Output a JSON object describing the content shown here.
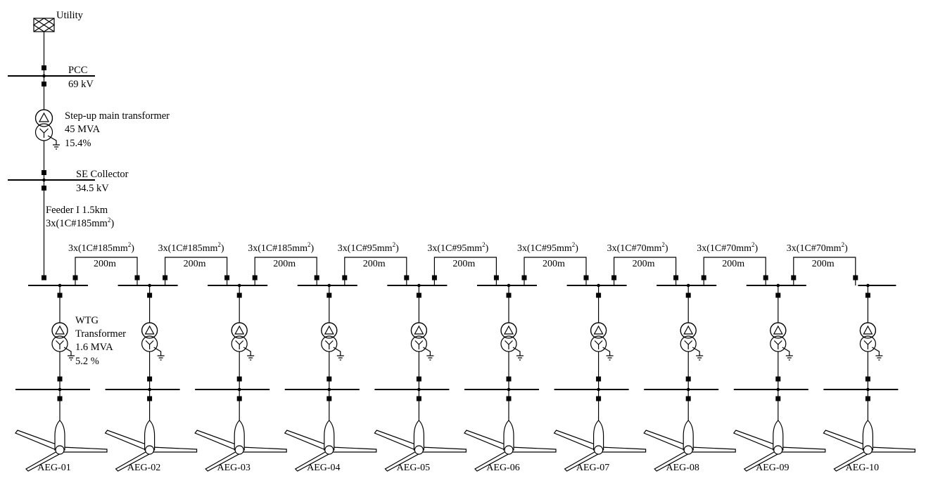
{
  "utility": {
    "label": "Utility"
  },
  "pcc": {
    "name": "PCC",
    "voltage": "69 kV"
  },
  "main_transformer": {
    "name": "Step-up main transformer",
    "rating": "45 MVA",
    "impedance": "15.4%"
  },
  "collector": {
    "name": "SE Collector",
    "voltage": "34.5 kV"
  },
  "feeder": {
    "name": "Feeder I  1.5km",
    "cable_prefix": "3x(1C#185mm",
    "cable_sup": "2",
    "cable_suffix": ")"
  },
  "wtg_transformer": {
    "name": "WTG",
    "name2": "Transformer",
    "rating": "1.6 MVA",
    "impedance": "5.2 %"
  },
  "cables": [
    {
      "prefix": "3x(1C#185mm",
      "sup": "2",
      "suffix": ")",
      "length": "200m"
    },
    {
      "prefix": "3x(1C#185mm",
      "sup": "2",
      "suffix": ")",
      "length": "200m"
    },
    {
      "prefix": "3x(1C#185mm",
      "sup": "2",
      "suffix": ")",
      "length": "200m"
    },
    {
      "prefix": "3x(1C#95mm",
      "sup": "2",
      "suffix": ")",
      "length": "200m"
    },
    {
      "prefix": "3x(1C#95mm",
      "sup": "2",
      "suffix": ")",
      "length": "200m"
    },
    {
      "prefix": "3x(1C#95mm",
      "sup": "2",
      "suffix": ")",
      "length": "200m"
    },
    {
      "prefix": "3x(1C#70mm",
      "sup": "2",
      "suffix": ")",
      "length": "200m"
    },
    {
      "prefix": "3x(1C#70mm",
      "sup": "2",
      "suffix": ")",
      "length": "200m"
    },
    {
      "prefix": "3x(1C#70mm",
      "sup": "2",
      "suffix": ")",
      "length": "200m"
    }
  ],
  "turbines": [
    "AEG-01",
    "AEG-02",
    "AEG-03",
    "AEG-04",
    "AEG-05",
    "AEG-06",
    "AEG-07",
    "AEG-08",
    "AEG-09",
    "AEG-10"
  ]
}
